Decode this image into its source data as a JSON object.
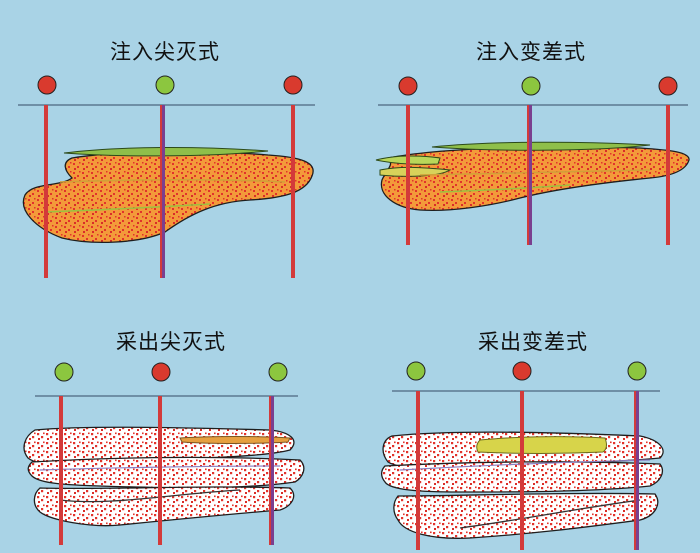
{
  "panels": [
    {
      "title": "注入尖灭式"
    },
    {
      "title": "注入变差式"
    },
    {
      "title": "采出尖灭式"
    },
    {
      "title": "采出变差式"
    }
  ],
  "colors": {
    "background": "#a9d3e6",
    "injection_well": "#d93a2e",
    "production_well": "#8cc63f",
    "well_line": "#d33a3a",
    "ground_line": "#6f8fa6",
    "sand_body_orange": "#f08a30",
    "sand_body_white": "#ffffff",
    "dots": "#e03a30"
  }
}
